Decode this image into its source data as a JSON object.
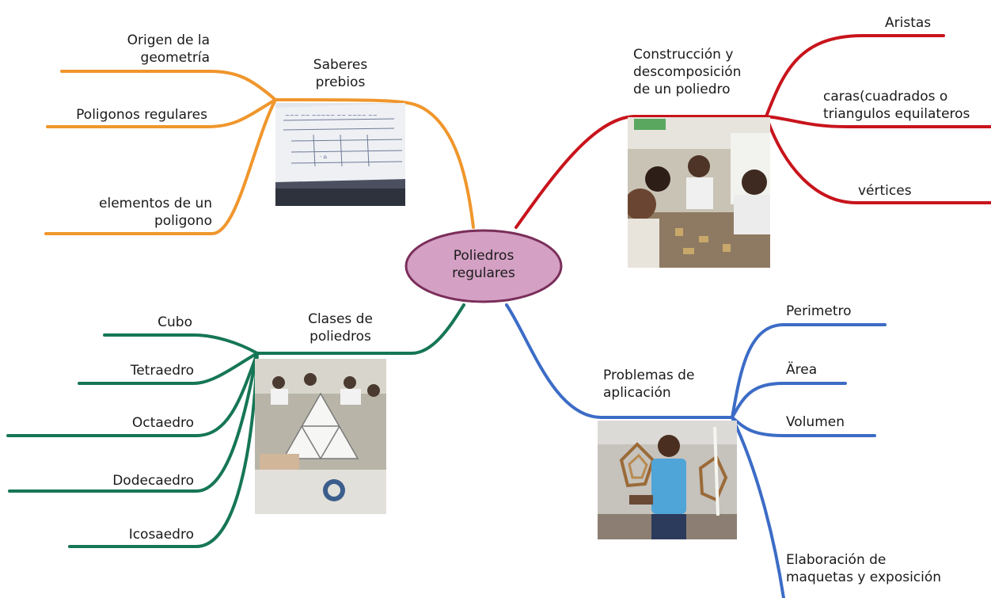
{
  "center": {
    "label": "Poliedros\nregulares",
    "fill": "#d4a0c4",
    "stroke": "#7a2e5a"
  },
  "colors": {
    "orange": "#f0962c",
    "red": "#c8141c",
    "green": "#167656",
    "blue": "#3c6cc6"
  },
  "branches": {
    "saberes": {
      "title": "Saberes\nprebios",
      "items": [
        "Origen de la\ngeometría",
        "Poligonos regulares",
        "elementos de un\npoligono"
      ],
      "photo": "worksheet-photo"
    },
    "construccion": {
      "title": "Construcción y\ndescomposición\nde un poliedro",
      "items": [
        "Aristas",
        "caras(cuadrados o\ntriangulos equilateros",
        "vértices"
      ],
      "photo": "students-building-photo"
    },
    "clases": {
      "title": "Clases de\npoliedros",
      "items": [
        "Cubo",
        "Tetraedro",
        "Octaedro",
        "Dodecaedro",
        "Icosaedro"
      ],
      "photo": "triangle-net-photo"
    },
    "problemas": {
      "title": "Problemas de\naplicación",
      "items": [
        "Perimetro",
        "Ärea",
        "Volumen",
        "Elaboración de\nmaquetas y exposición"
      ],
      "photo": "student-models-photo"
    }
  }
}
